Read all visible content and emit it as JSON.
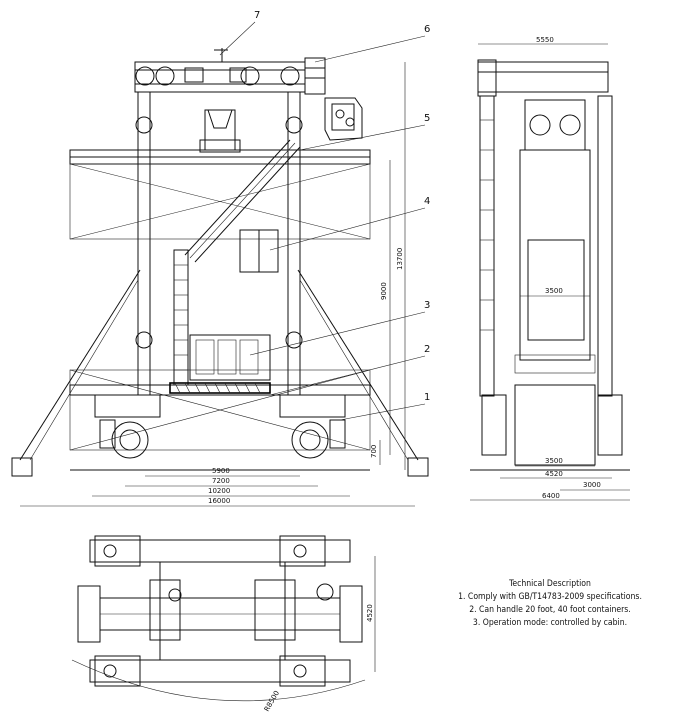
{
  "callouts": [
    "1",
    "2",
    "3",
    "4",
    "5",
    "6",
    "7"
  ],
  "front_view": {
    "dims_bottom": [
      "5900",
      "7200",
      "10200",
      "16000"
    ],
    "dims_right": [
      "9000",
      "13700",
      "700"
    ]
  },
  "side_view": {
    "dims": [
      "5550",
      "3500",
      "3500",
      "4520",
      "3000",
      "6400"
    ]
  },
  "plan_view": {
    "dims": [
      "4520",
      "R8500"
    ]
  },
  "notes": {
    "title": "Technical Description",
    "lines": [
      "1. Comply with GB/T14783-2009 specifications.",
      "2. Can handle 20 foot, 40 foot containers.",
      "3. Operation mode: controlled by cabin."
    ]
  }
}
